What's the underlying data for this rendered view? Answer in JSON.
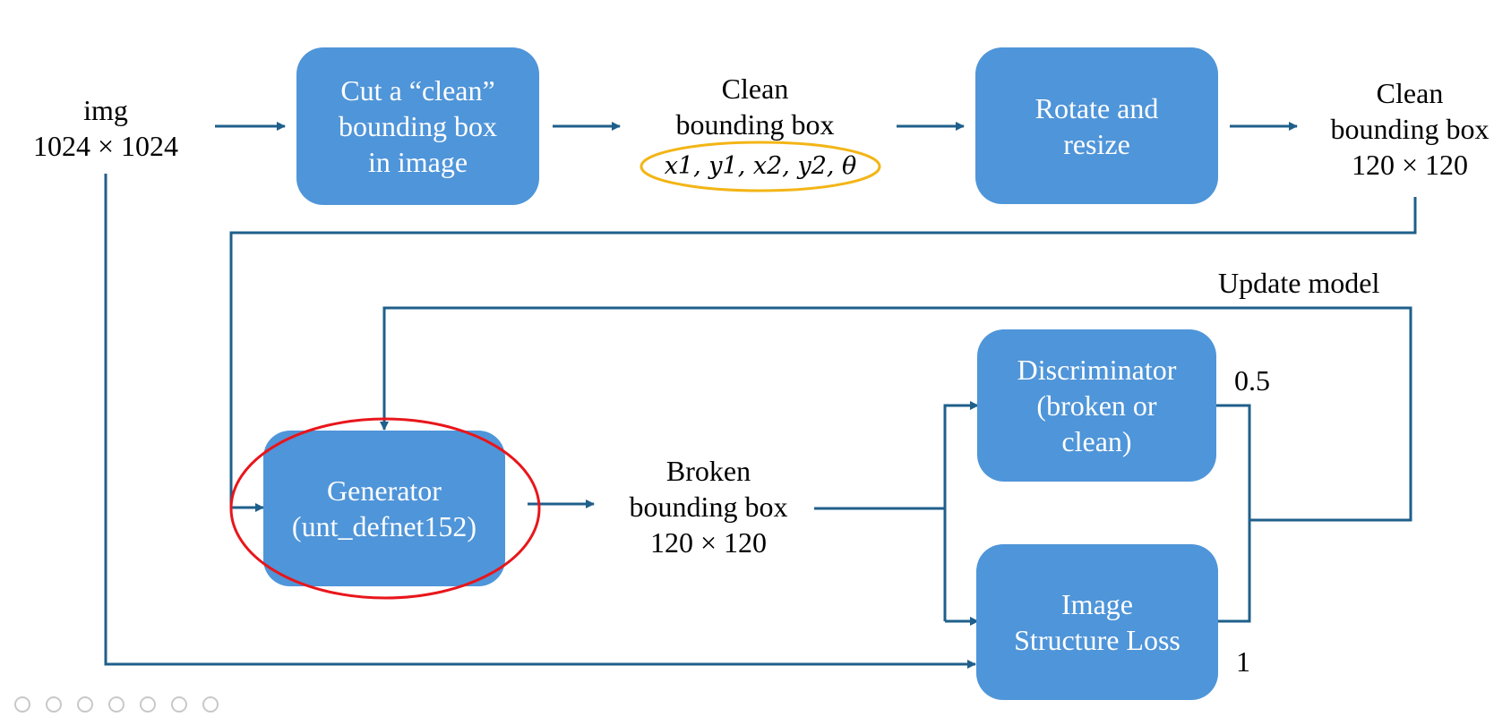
{
  "colors": {
    "box_fill": "#4f95d9",
    "arrow": "#1f5f8b",
    "highlight_circle": "#e8161b",
    "highlight_ellipse": "#f3b516"
  },
  "input": {
    "line1": "img",
    "line2": "1024 × 1024"
  },
  "cut_box": {
    "line1": "Cut a “clean”",
    "line2": "bounding box",
    "line3": "in image"
  },
  "clean_bbox_coords": {
    "line1": "Clean",
    "line2": "bounding box",
    "math": "x1, y1, x2, y2, θ"
  },
  "rotate_box": {
    "line1": "Rotate and",
    "line2": "resize"
  },
  "clean_bbox_120": {
    "line1": "Clean",
    "line2": "bounding box",
    "line3": "120 × 120"
  },
  "update_model": "Update model",
  "generator_box": {
    "line1": "Generator",
    "line2": "(unt_defnet152)"
  },
  "broken_bbox": {
    "line1": "Broken",
    "line2": "bounding box",
    "line3": "120 × 120"
  },
  "discriminator_box": {
    "line1": "Discriminator",
    "line2": "(broken or",
    "line3": "clean)"
  },
  "loss_box": {
    "line1": "Image",
    "line2": "Structure Loss"
  },
  "weight_discriminator": "0.5",
  "weight_loss": "1"
}
